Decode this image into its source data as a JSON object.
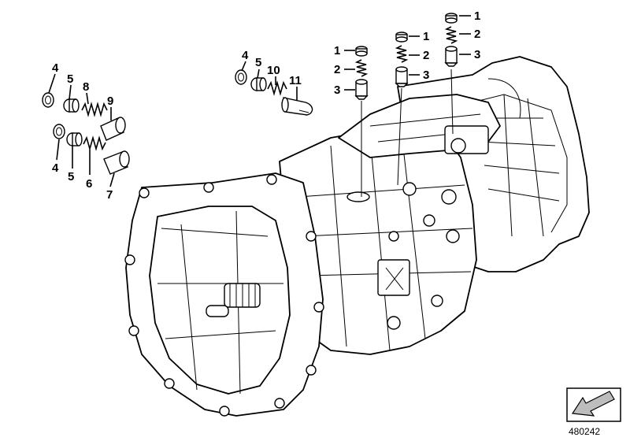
{
  "diagram": {
    "id_label": "480242",
    "callouts": [
      {
        "id": "c1a",
        "label": "1"
      },
      {
        "id": "c2a",
        "label": "2"
      },
      {
        "id": "c3a",
        "label": "3"
      },
      {
        "id": "c1b",
        "label": "1"
      },
      {
        "id": "c2b",
        "label": "2"
      },
      {
        "id": "c3b",
        "label": "3"
      },
      {
        "id": "c1c",
        "label": "1"
      },
      {
        "id": "c2c",
        "label": "2"
      },
      {
        "id": "c3c",
        "label": "3"
      },
      {
        "id": "c4a",
        "label": "4"
      },
      {
        "id": "c5a",
        "label": "5"
      },
      {
        "id": "c10",
        "label": "10"
      },
      {
        "id": "c11",
        "label": "11"
      },
      {
        "id": "c4b",
        "label": "4"
      },
      {
        "id": "c5b",
        "label": "5"
      },
      {
        "id": "c8",
        "label": "8"
      },
      {
        "id": "c9",
        "label": "9"
      },
      {
        "id": "c4c",
        "label": "4"
      },
      {
        "id": "c5c",
        "label": "5"
      },
      {
        "id": "c6",
        "label": "6"
      },
      {
        "id": "c7",
        "label": "7"
      }
    ],
    "nav_icon": "arrow-box-icon"
  }
}
